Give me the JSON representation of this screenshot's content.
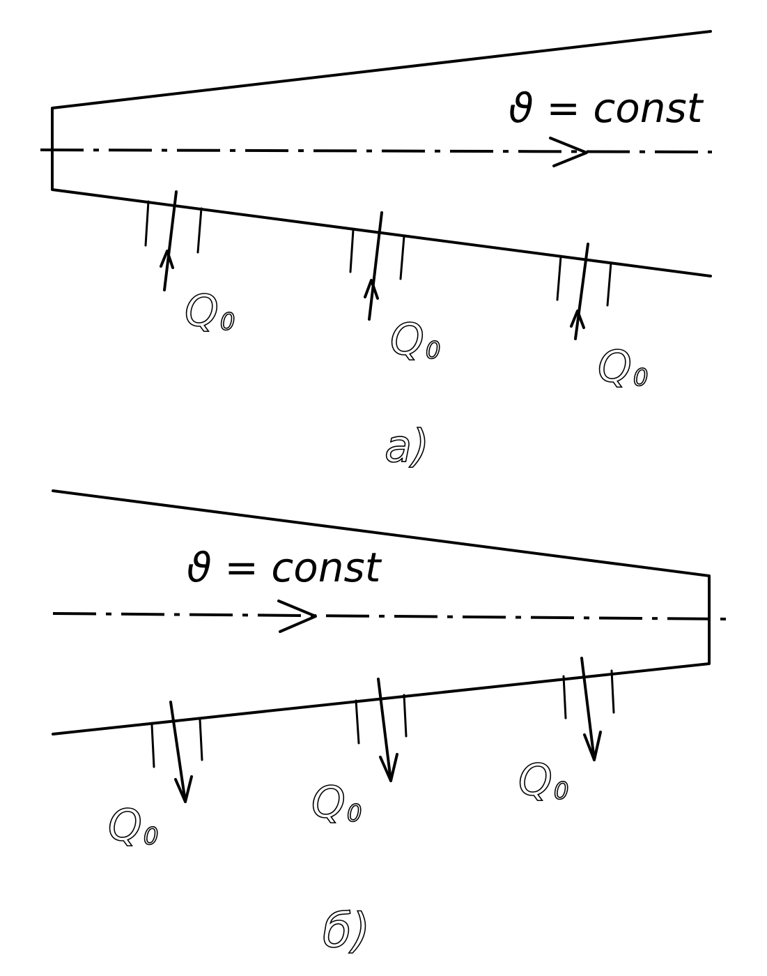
{
  "diagram": {
    "velocity_label": "ϑ = const",
    "flow_label": "Q",
    "flow_subscript": "0",
    "panel_a": {
      "caption": "а)",
      "flow_labels": [
        "Q0",
        "Q0",
        "Q0"
      ]
    },
    "panel_b": {
      "caption": "б)",
      "flow_labels": [
        "Q0",
        "Q0",
        "Q0"
      ]
    }
  }
}
